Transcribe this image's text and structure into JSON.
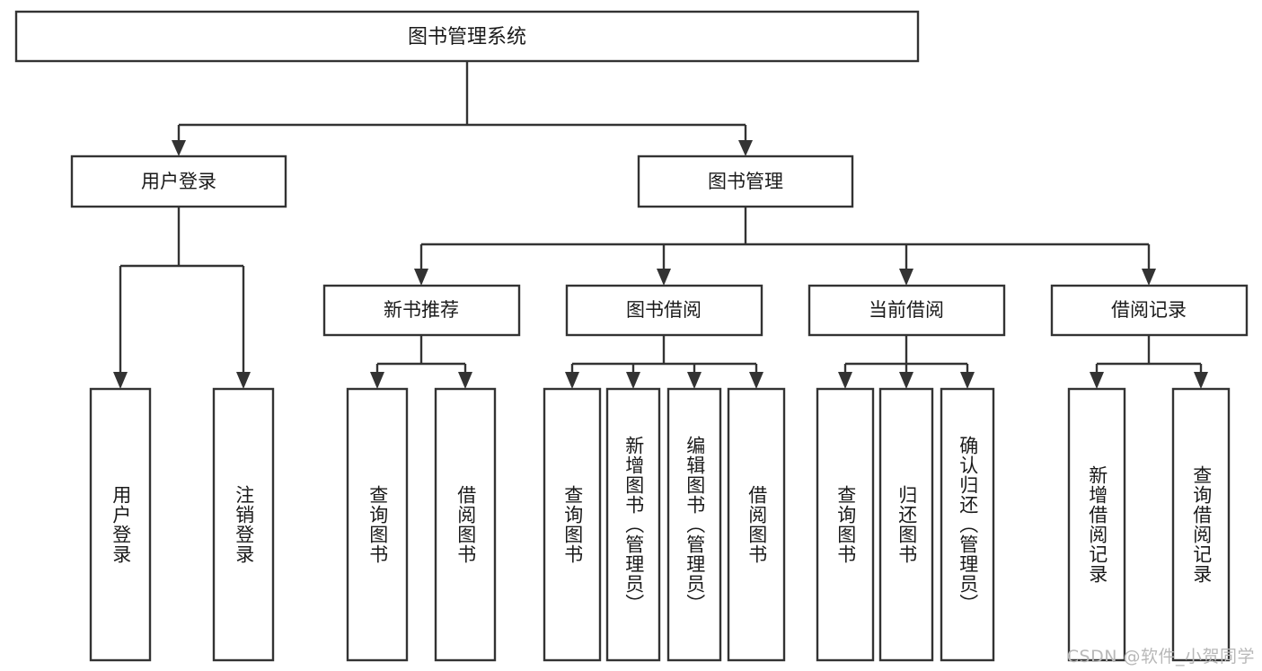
{
  "diagram": {
    "type": "hierarchy-tree",
    "title": "图书管理系统",
    "root": {
      "id": "root",
      "label": "图书管理系统"
    },
    "level1": [
      {
        "id": "user-login",
        "label": "用户登录"
      },
      {
        "id": "book-manage",
        "label": "图书管理"
      }
    ],
    "level2": [
      {
        "id": "new-book-rec",
        "label": "新书推荐",
        "parent": "book-manage"
      },
      {
        "id": "book-borrow",
        "label": "图书借阅",
        "parent": "book-manage"
      },
      {
        "id": "current-borrow",
        "label": "当前借阅",
        "parent": "book-manage"
      },
      {
        "id": "borrow-record",
        "label": "借阅记录",
        "parent": "book-manage"
      }
    ],
    "leaves": [
      {
        "id": "leaf-user-login",
        "label": "用户登录",
        "parent": "user-login"
      },
      {
        "id": "leaf-user-logout",
        "label": "注销登录",
        "parent": "user-login"
      },
      {
        "id": "leaf-query-book-1",
        "label": "查询图书",
        "parent": "new-book-rec"
      },
      {
        "id": "leaf-borrow-book-1",
        "label": "借阅图书",
        "parent": "new-book-rec"
      },
      {
        "id": "leaf-query-book-2",
        "label": "查询图书",
        "parent": "book-borrow"
      },
      {
        "id": "leaf-add-book",
        "label": "新增图书（管理员）",
        "parent": "book-borrow"
      },
      {
        "id": "leaf-edit-book",
        "label": "编辑图书（管理员）",
        "parent": "book-borrow"
      },
      {
        "id": "leaf-borrow-book-2",
        "label": "借阅图书",
        "parent": "book-borrow"
      },
      {
        "id": "leaf-query-book-3",
        "label": "查询图书",
        "parent": "current-borrow"
      },
      {
        "id": "leaf-return-book",
        "label": "归还图书",
        "parent": "current-borrow"
      },
      {
        "id": "leaf-confirm-return",
        "label": "确认归还（管理员）",
        "parent": "current-borrow"
      },
      {
        "id": "leaf-add-record",
        "label": "新增借阅记录",
        "parent": "borrow-record"
      },
      {
        "id": "leaf-query-record",
        "label": "查询借阅记录",
        "parent": "borrow-record"
      }
    ]
  },
  "watermark": {
    "text": "CSDN @软件_小贺同学"
  },
  "colors": {
    "background": "#ffffff",
    "box_fill": "#ffffff",
    "box_stroke": "#333333",
    "text": "#1a1a1a",
    "watermark": "#b8b8b8"
  }
}
